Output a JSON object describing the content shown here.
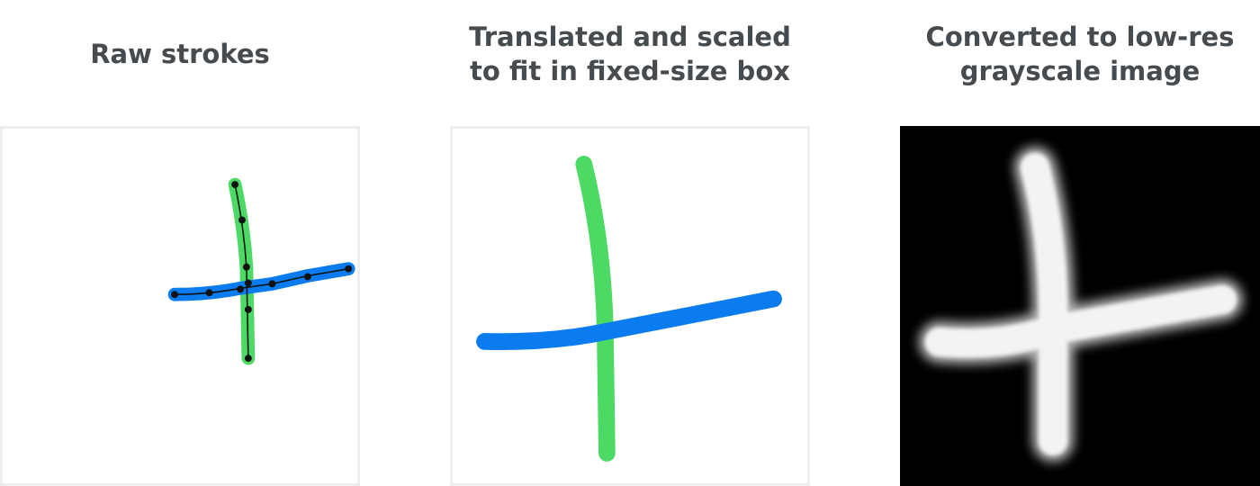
{
  "panels": [
    {
      "title": "Raw strokes"
    },
    {
      "title": "Translated and scaled\nto fit in fixed-size box"
    },
    {
      "title": "Converted to low-res\ngrayscale image"
    }
  ],
  "colors": {
    "vertical_stroke": "#4cd964",
    "horizontal_stroke": "#0a7cf0",
    "sample_points": "#111111",
    "title_text": "#454b4f",
    "raster_background": "#000000",
    "raster_foreground": "#f2f4f2"
  }
}
